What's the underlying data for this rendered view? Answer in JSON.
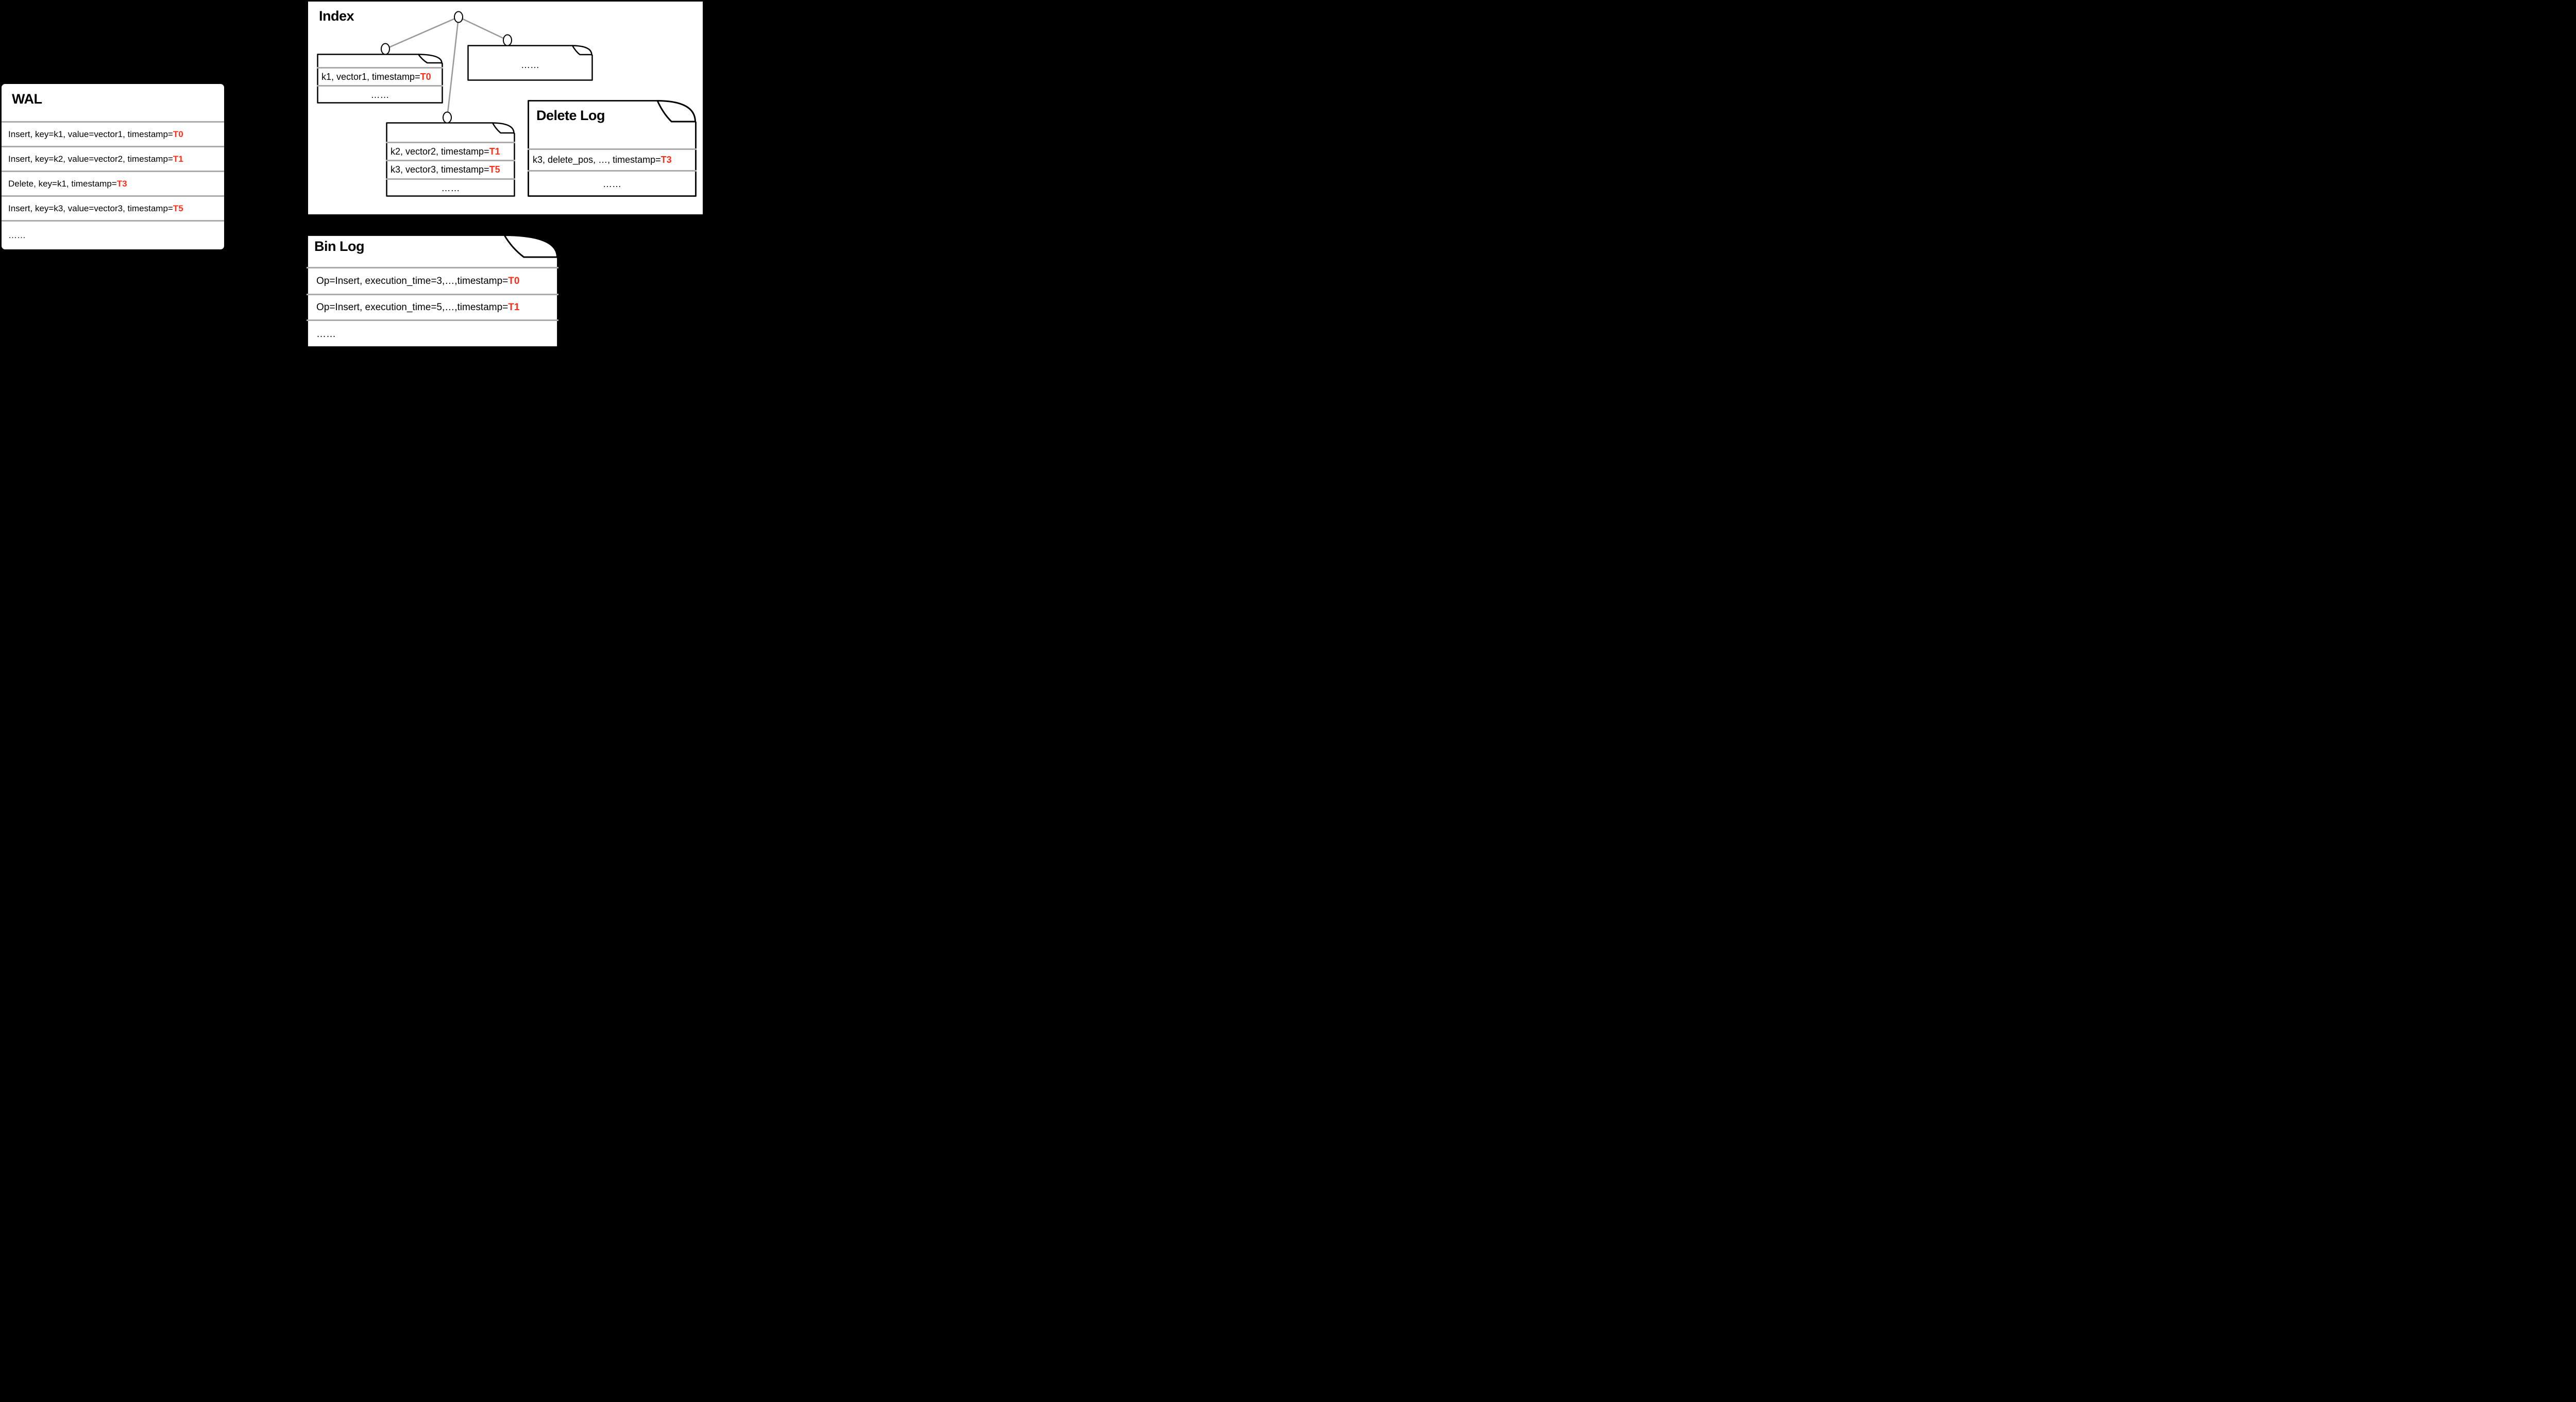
{
  "colors": {
    "background": "#000000",
    "panel": "#ffffff",
    "separator": "#ababab",
    "tree_edge": "#999999",
    "timestamp_highlight": "#ff2d16",
    "text": "#000000"
  },
  "wal": {
    "title": "WAL",
    "rows": [
      {
        "text": "Insert, key=k1, value=vector1, timestamp=",
        "ts": "T0"
      },
      {
        "text": "Insert, key=k2, value=vector2, timestamp=",
        "ts": "T1"
      },
      {
        "text": "Delete, key=k1, timestamp=",
        "ts": "T3"
      },
      {
        "text": "Insert, key=k3, value=vector3, timestamp=",
        "ts": "T5"
      },
      {
        "text": "……",
        "ts": ""
      }
    ]
  },
  "index": {
    "title": "Index",
    "left_doc": {
      "rows": [
        {
          "text": "k1, vector1, timestamp=",
          "ts": "T0"
        },
        {
          "text": "……",
          "ts": ""
        }
      ]
    },
    "right_doc": {
      "rows": [
        {
          "text": "……",
          "ts": ""
        }
      ]
    },
    "middle_doc": {
      "rows": [
        {
          "text": "k2, vector2, timestamp=",
          "ts": "T1"
        },
        {
          "text": "k3, vector3, timestamp=",
          "ts": "T5"
        },
        {
          "text": "……",
          "ts": ""
        }
      ]
    }
  },
  "delete_log": {
    "title": "Delete Log",
    "rows": [
      {
        "text": "k3, delete_pos, …, timestamp=",
        "ts": "T3"
      },
      {
        "text": "……",
        "ts": ""
      }
    ]
  },
  "bin_log": {
    "title": "Bin Log",
    "rows": [
      {
        "text": "Op=Insert, execution_time=3,…,timestamp=",
        "ts": "T0"
      },
      {
        "text": "Op=Insert, execution_time=5,…,timestamp=",
        "ts": "T1"
      },
      {
        "text": "……",
        "ts": ""
      }
    ]
  }
}
